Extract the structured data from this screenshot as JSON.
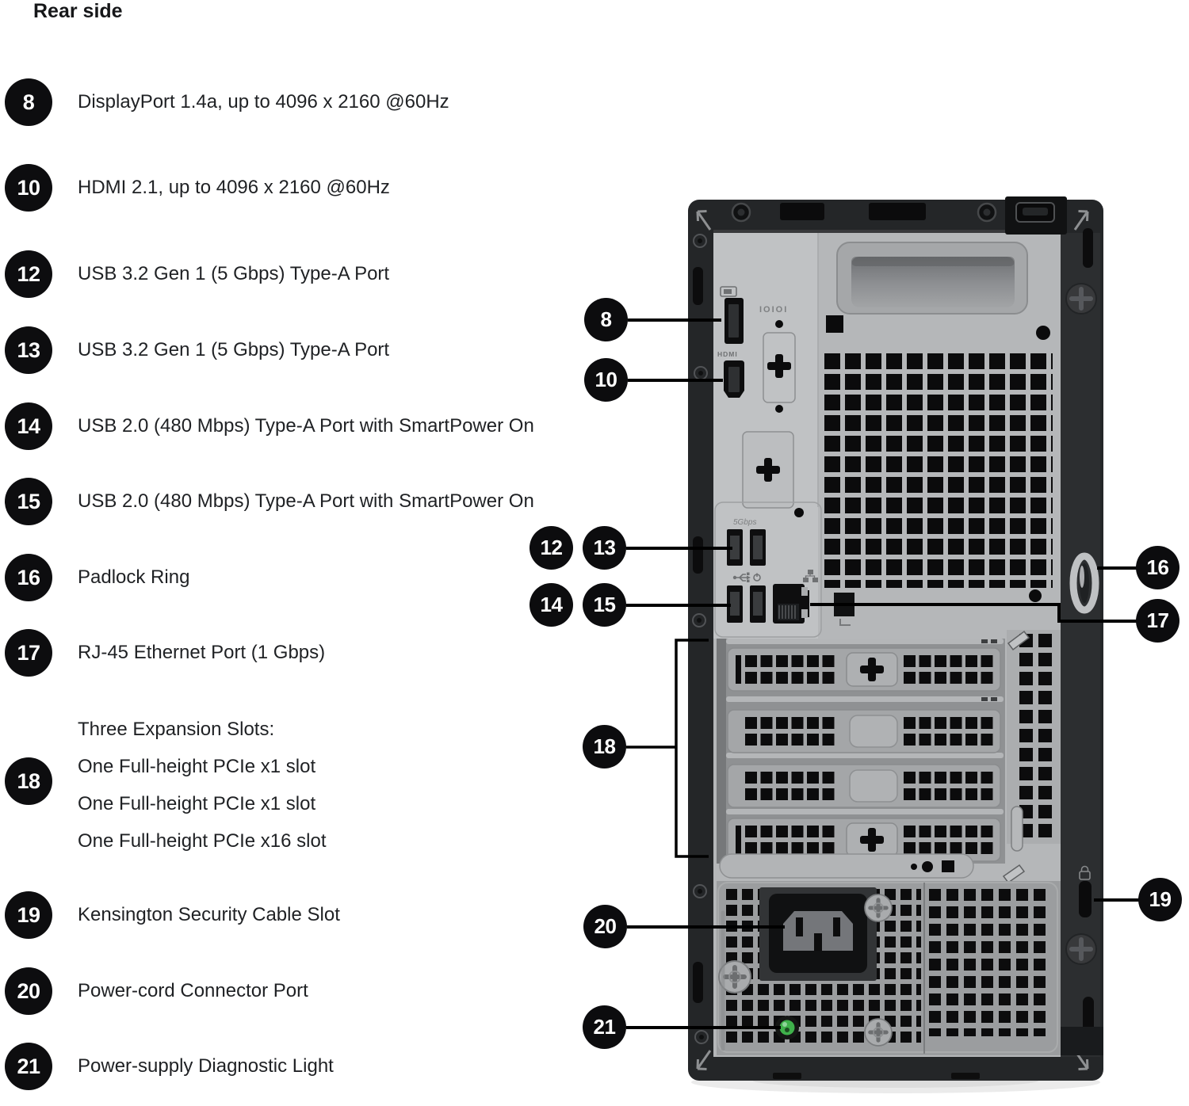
{
  "title": "Rear side",
  "items": [
    {
      "num": "8",
      "label": "DisplayPort 1.4a, up to 4096 x 2160 @60Hz"
    },
    {
      "num": "10",
      "label": "HDMI 2.1, up to 4096 x 2160 @60Hz"
    },
    {
      "num": "12",
      "label": "USB 3.2 Gen 1 (5 Gbps) Type-A Port"
    },
    {
      "num": "13",
      "label": "USB 3.2 Gen 1 (5 Gbps) Type-A Port"
    },
    {
      "num": "14",
      "label": "USB 2.0 (480 Mbps) Type-A Port with SmartPower On"
    },
    {
      "num": "15",
      "label": "USB 2.0 (480 Mbps) Type-A Port with SmartPower On"
    },
    {
      "num": "16",
      "label": "Padlock Ring"
    },
    {
      "num": "17",
      "label": "RJ-45 Ethernet Port (1 Gbps)"
    },
    {
      "num": "18",
      "lines": [
        "Three Expansion Slots:",
        "One Full-height PCIe x1 slot",
        "One Full-height PCIe x1 slot",
        "One Full-height PCIe x16 slot"
      ]
    },
    {
      "num": "19",
      "label": "Kensington Security Cable Slot"
    },
    {
      "num": "20",
      "label": "Power-cord Connector Port"
    },
    {
      "num": "21",
      "label": "Power-supply Diagnostic Light"
    }
  ],
  "tower": {
    "labels": {
      "serial_port": "IOIOI",
      "usb_speed": "5Gbps",
      "hdmi_port": "HDMI"
    }
  },
  "colors": {
    "badge": "#0d0d0f",
    "badge_text": "#ffffff",
    "leader_line": "#000000",
    "chassis_dark": "#242628",
    "panel_silver": "#b5b7b9",
    "led_green": "#3fb14b"
  }
}
